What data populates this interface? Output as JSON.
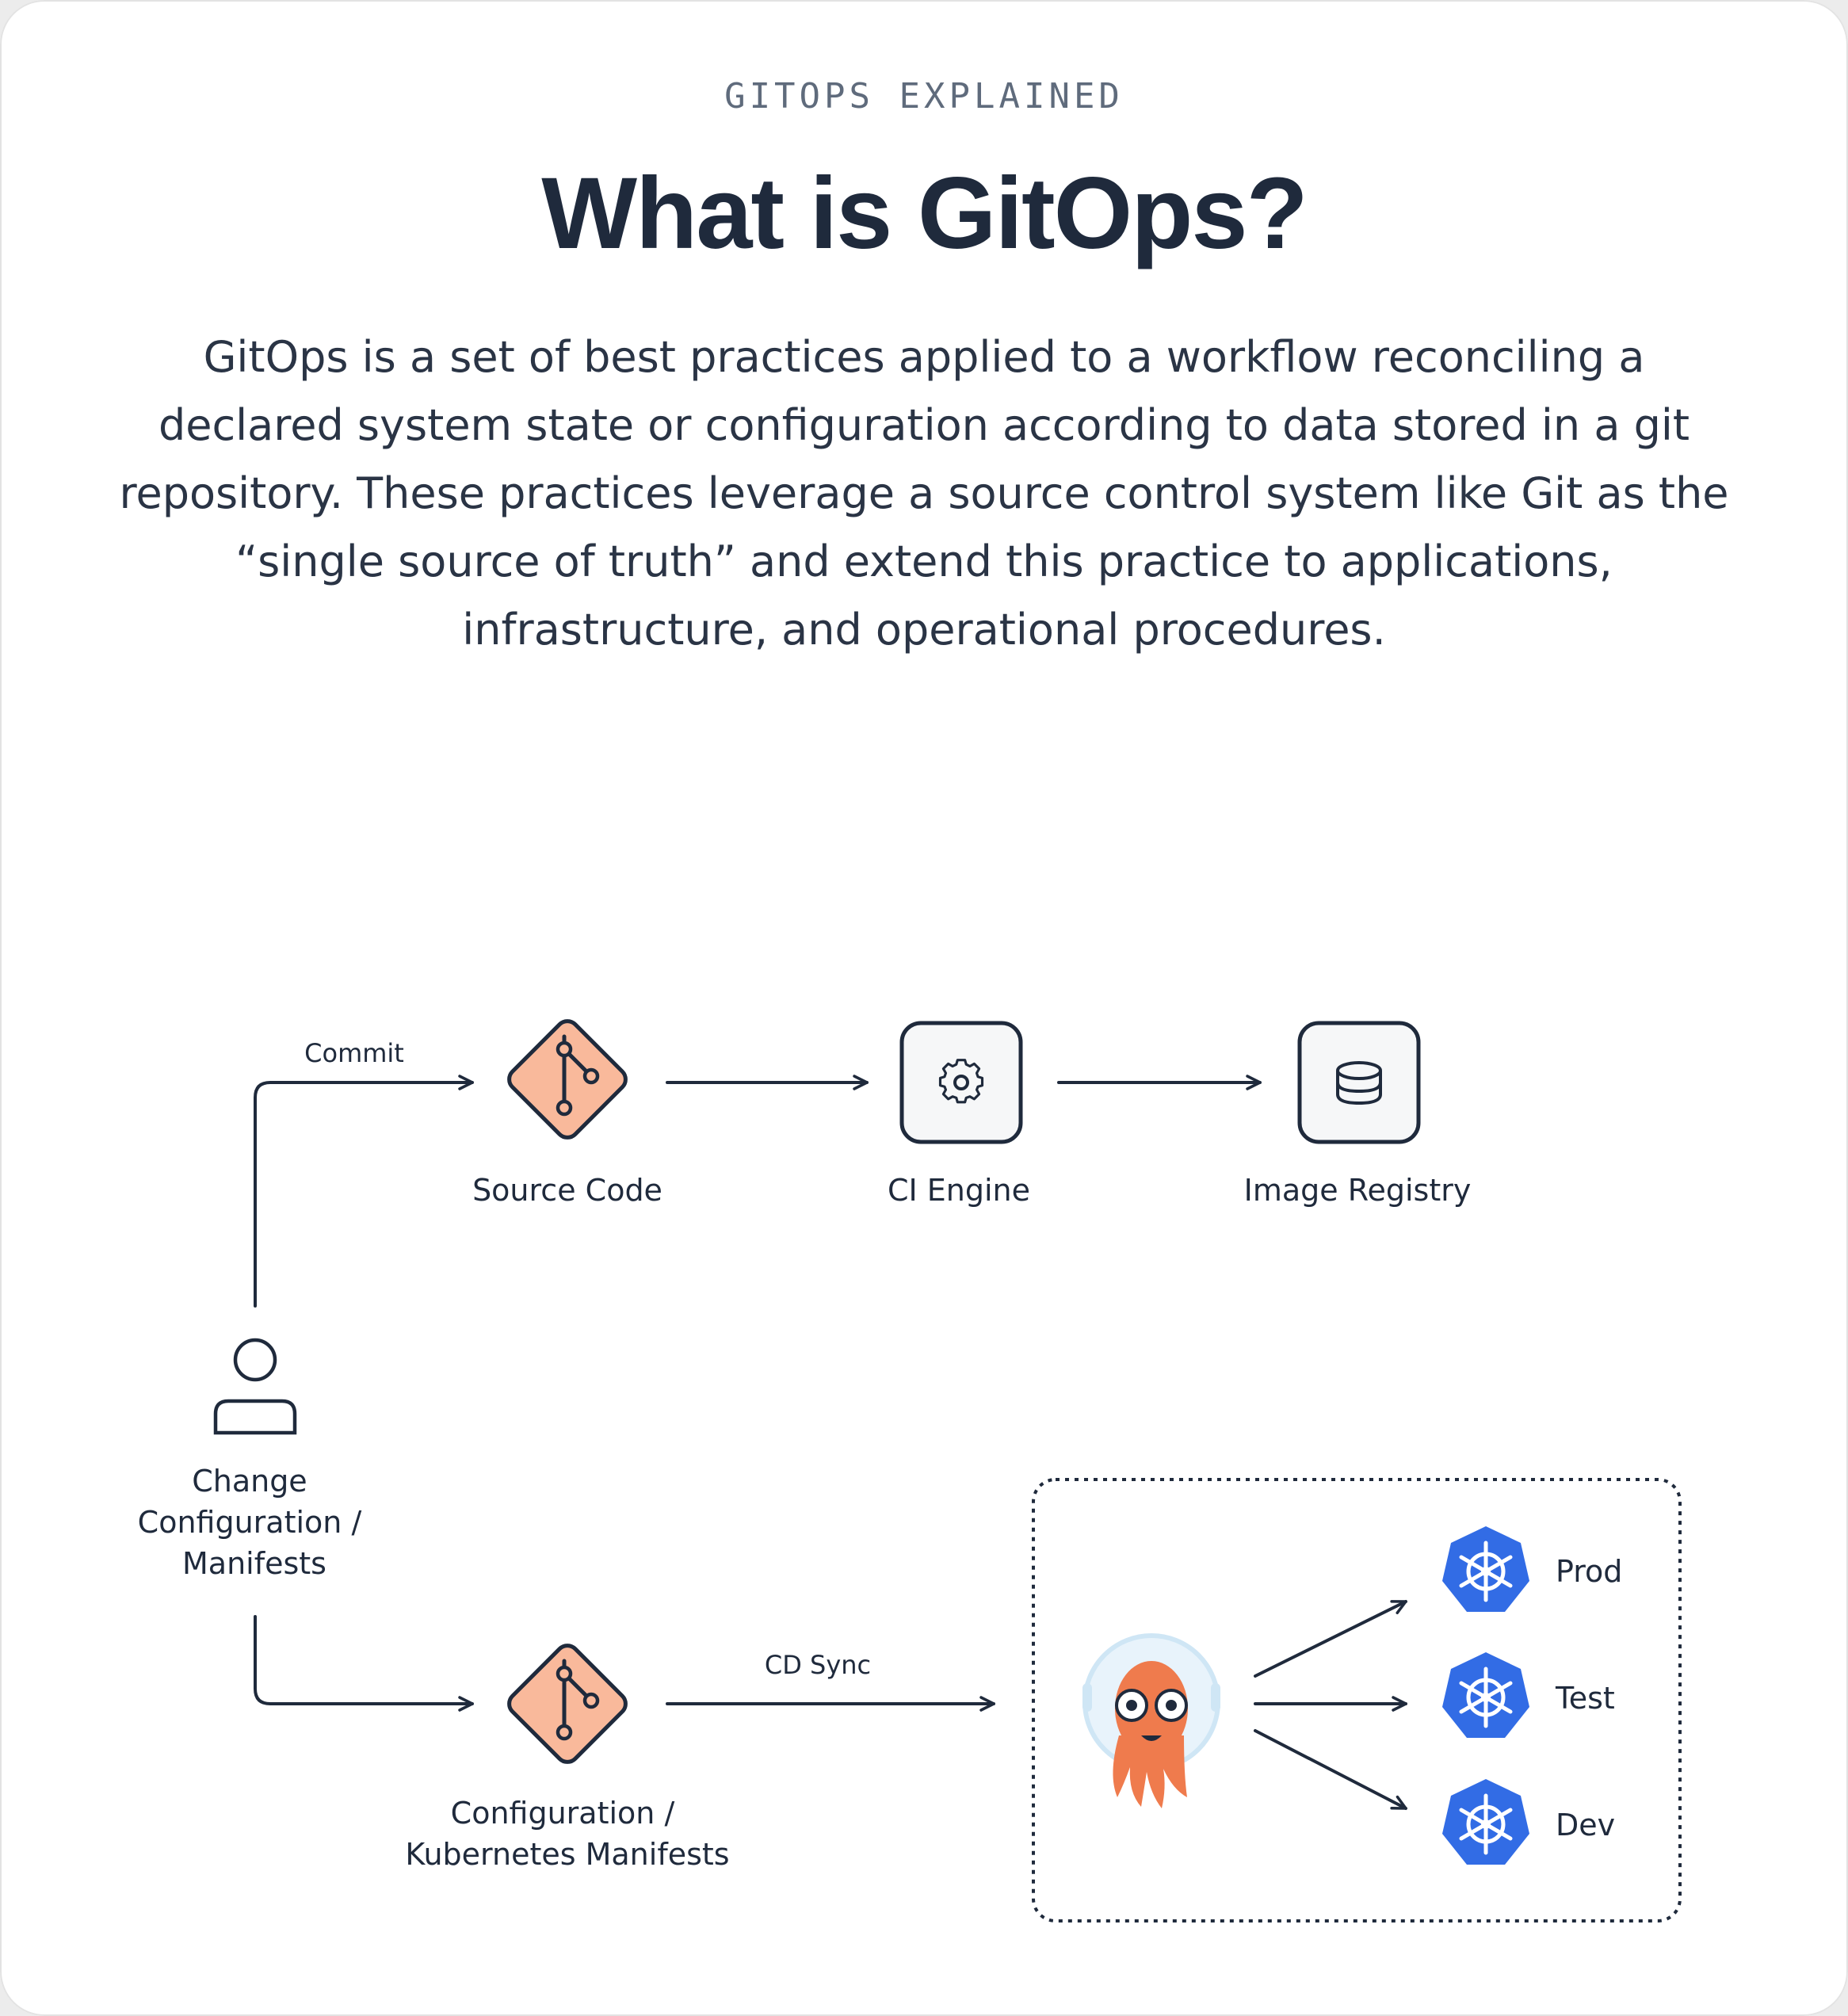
{
  "header": {
    "eyebrow": "GITOPS EXPLAINED",
    "title": "What is GitOps?",
    "description": "GitOps is a set of best practices applied to a workflow reconciling a declared system state or configuration according to data stored in a git repository. These practices leverage a source control system like Git as the “single source of truth” and extend this practice to applications, infrastructure, and operational procedures."
  },
  "diagram": {
    "edge_labels": {
      "commit": "Commit",
      "cd_sync": "CD Sync"
    },
    "nodes": {
      "source_code": "Source Code",
      "ci_engine": "CI Engine",
      "image_registry": "Image Registry",
      "person": [
        "Change",
        "Configuration /",
        "Manifests"
      ],
      "config_repo": [
        "Configuration /",
        "Kubernetes Manifests"
      ]
    },
    "environments": [
      "Prod",
      "Test",
      "Dev"
    ],
    "colors": {
      "git_fill": "#f9b99b",
      "stroke": "#1f2a3c",
      "kubernetes_blue": "#326ce5",
      "argo_orange": "#ef7b4d"
    }
  }
}
